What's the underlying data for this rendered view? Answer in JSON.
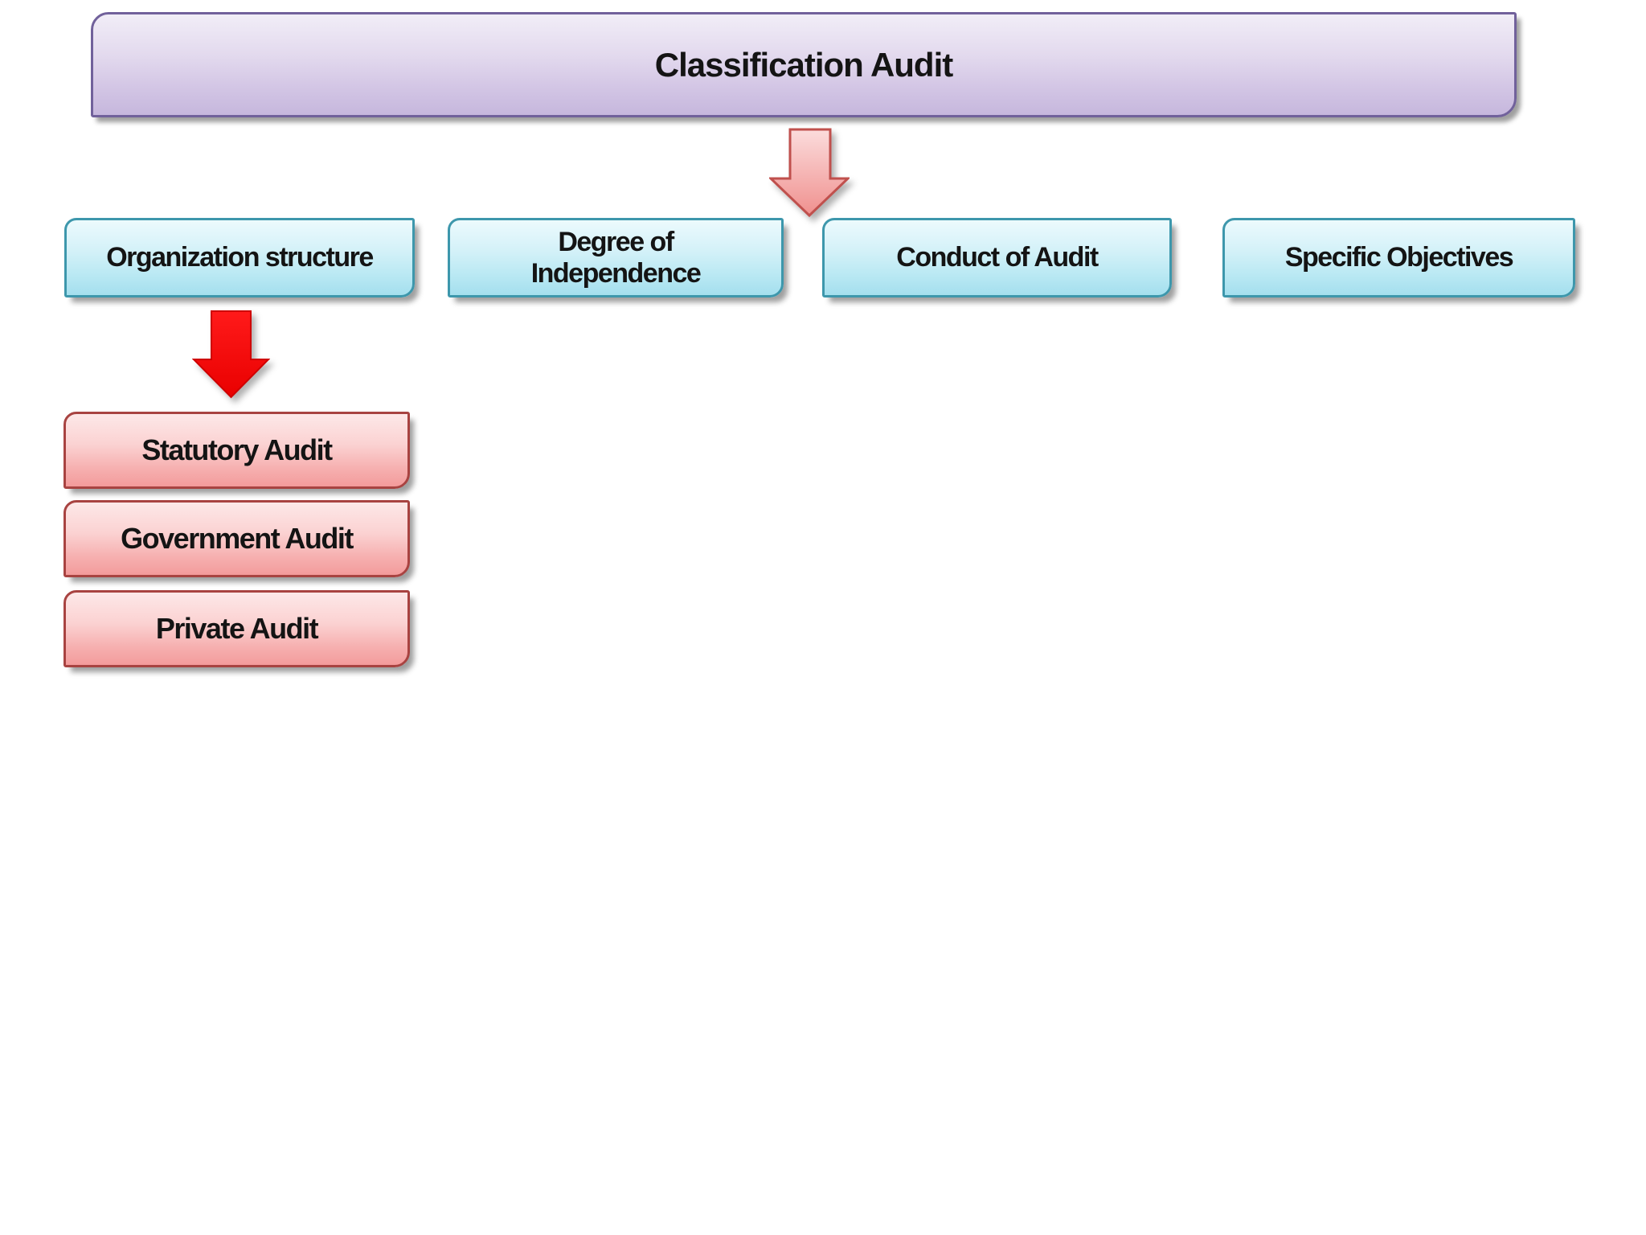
{
  "slide": {
    "background_color": "#FFFFFF",
    "title": {
      "label": "Classification Audit",
      "fill_top": "#F1EDF7",
      "fill_bottom": "#C6B7DD",
      "border_color": "#71619B"
    },
    "connector_arrow": {
      "icon": "pink-down-arrow-icon",
      "fill_top": "#FAD6D6",
      "fill_bottom": "#EF908E",
      "border_color": "#C0504D"
    },
    "categories": [
      {
        "label": "Organization structure"
      },
      {
        "label": "Degree of Independence"
      },
      {
        "label": "Conduct of Audit"
      },
      {
        "label": "Specific Objectives"
      }
    ],
    "category_style": {
      "fill_top": "#ECFAFD",
      "fill_bottom": "#A4DFEE",
      "border_color": "#3D97AC"
    },
    "branch_arrow": {
      "icon": "red-down-arrow-icon",
      "fill_top": "#FF1616",
      "fill_bottom": "#E90000",
      "border_color": "#CF0000"
    },
    "organization_structure_types": [
      {
        "label": "Statutory Audit"
      },
      {
        "label": "Government Audit"
      },
      {
        "label": "Private Audit"
      }
    ],
    "type_style": {
      "fill_top": "#FDE8E8",
      "fill_bottom": "#F39B9B",
      "border_color": "#A84341"
    },
    "text_color": "#141414"
  }
}
